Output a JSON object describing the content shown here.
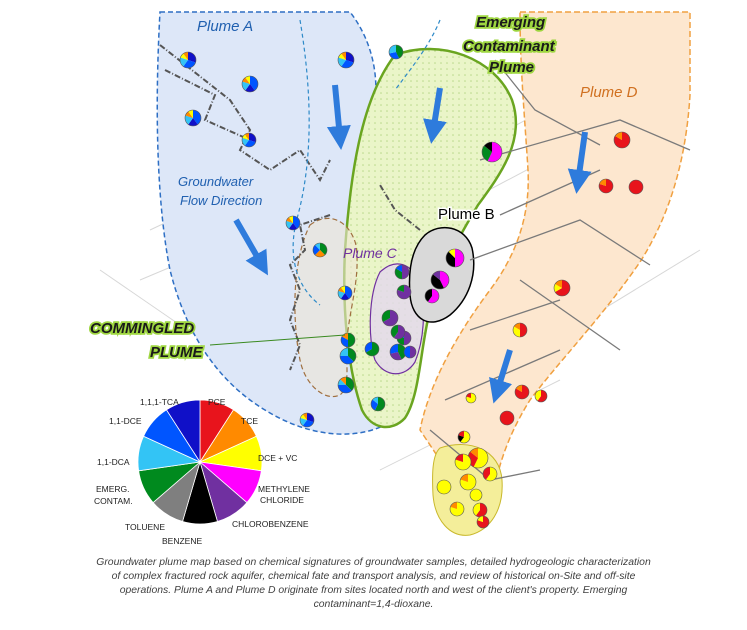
{
  "labels": {
    "plume_a": "Plume A",
    "plume_d": "Plume D",
    "plume_b": "Plume B",
    "plume_c": "Plume C",
    "flow": [
      "Groundwater",
      "Flow Direction"
    ],
    "emerging": [
      "Emerging",
      "Contaminant",
      "Plume"
    ],
    "commingled": [
      "COMMINGLED",
      "PLUME"
    ]
  },
  "legend": {
    "slices": [
      {
        "name": "PCE",
        "color": "#e8141c"
      },
      {
        "name": "TCE",
        "color": "#ff8a00"
      },
      {
        "name": "DCE + VC",
        "color": "#ffff00"
      },
      {
        "name": "METHYLENE CHLORIDE",
        "color": "#ff00ff"
      },
      {
        "name": "CHLOROBENZENE",
        "color": "#7030a0"
      },
      {
        "name": "BENZENE",
        "color": "#000000"
      },
      {
        "name": "TOLUENE",
        "color": "#7f7f7f"
      },
      {
        "name": "EMERG. CONTAM.",
        "color": "#008a1e"
      },
      {
        "name": "1,1-DCA",
        "color": "#33c4f5"
      },
      {
        "name": "1,1-DCE",
        "color": "#0055ff"
      },
      {
        "name": "1,1,1-TCA",
        "color": "#1010c8"
      }
    ],
    "label_lines": {
      "pce": [
        "PCE"
      ],
      "tce": [
        "TCE"
      ],
      "dcevc": [
        "DCE + VC"
      ],
      "methylene": [
        "METHYLENE",
        "CHLORIDE"
      ],
      "chlorobenzene": [
        "CHLOROBENZENE"
      ],
      "benzene": [
        "BENZENE"
      ],
      "toluene": [
        "TOLUENE"
      ],
      "emerg": [
        "EMERG.",
        "CONTAM."
      ],
      "dca": [
        "1,1-DCA"
      ],
      "dce": [
        "1,1-DCE"
      ],
      "tca": [
        "1,1,1-TCA"
      ]
    }
  },
  "colors": {
    "plume_a_fill": "#dde7f8",
    "plume_a_stroke": "#2e6fc4",
    "plume_d_fill": "#fde7cf",
    "plume_d_stroke": "#f0a040",
    "emerging_fill": "#eaf5c8",
    "emerging_stroke": "#6aa520",
    "arrow_blue": "#2e7bdc",
    "plume_b_fill": "#d9d9d9",
    "plume_c_fill": "#e4d8ee",
    "commingled_text": "#1a1a1a"
  },
  "caption": [
    "Groundwater plume map based on chemical signatures of groundwater samples, detailed hydrogeologic characterization",
    "of complex fractured rock aquifer, chemical fate and transport analysis, and review of historical on-Site and off-site",
    "operations. Plume A and Plume D originate from sites located north and west of the client's property. Emerging",
    "contaminant=1,4-dioxane."
  ]
}
